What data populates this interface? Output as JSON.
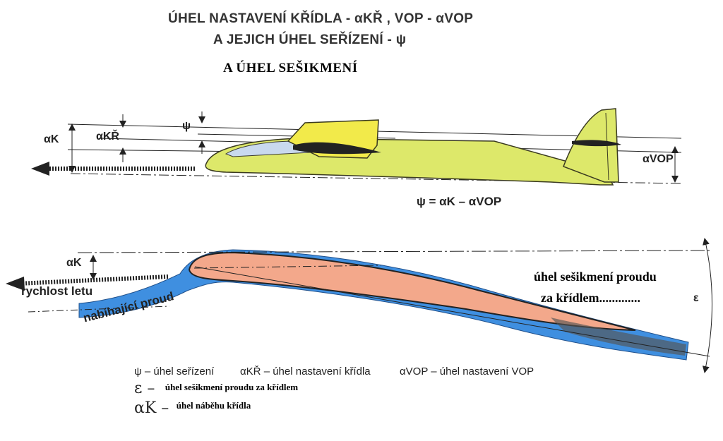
{
  "title": {
    "line1": "ÚHEL NASTAVENÍ KŘÍDLA - αKŘ , VOP - αVOP",
    "line2": "A JEJICH ÚHEL SEŘÍZENÍ - ψ",
    "line3": "A ÚHEL SEŠIKMENÍ"
  },
  "glider_labels": {
    "alpha_k": "αK",
    "alpha_kr": "αKŘ",
    "psi": "ψ",
    "alpha_vop": "αVOP",
    "formula": "ψ = αK – αVOP"
  },
  "airfoil_labels": {
    "alpha_k": "αK",
    "speed": "rychlost letu",
    "flow": "nabíhající proud",
    "downwash_line1": "úhel sešikmení proudu",
    "downwash_line2": "za křídlem.............",
    "epsilon": "ε"
  },
  "legend": {
    "psi_sym": "ψ",
    "psi_text": "– úhel seřízení",
    "akr_sym": "αKŘ",
    "akr_text": "– úhel nastavení křídla",
    "avop_sym": "αVOP",
    "avop_text": "– úhel nastavení VOP",
    "eps_sym": "ε –",
    "eps_text": "úhel sešikmení proudu za křídlem",
    "ak_sym": "αK –",
    "ak_text": "úhel náběhu křídla"
  },
  "colors": {
    "fuselage": "#dde86a",
    "canopy": "#f2ea4a",
    "canopy_glass": "#c9d9ee",
    "airfoil": "#f3a88b",
    "flow": "#3f8fe0",
    "ink": "#1a1a1a"
  }
}
